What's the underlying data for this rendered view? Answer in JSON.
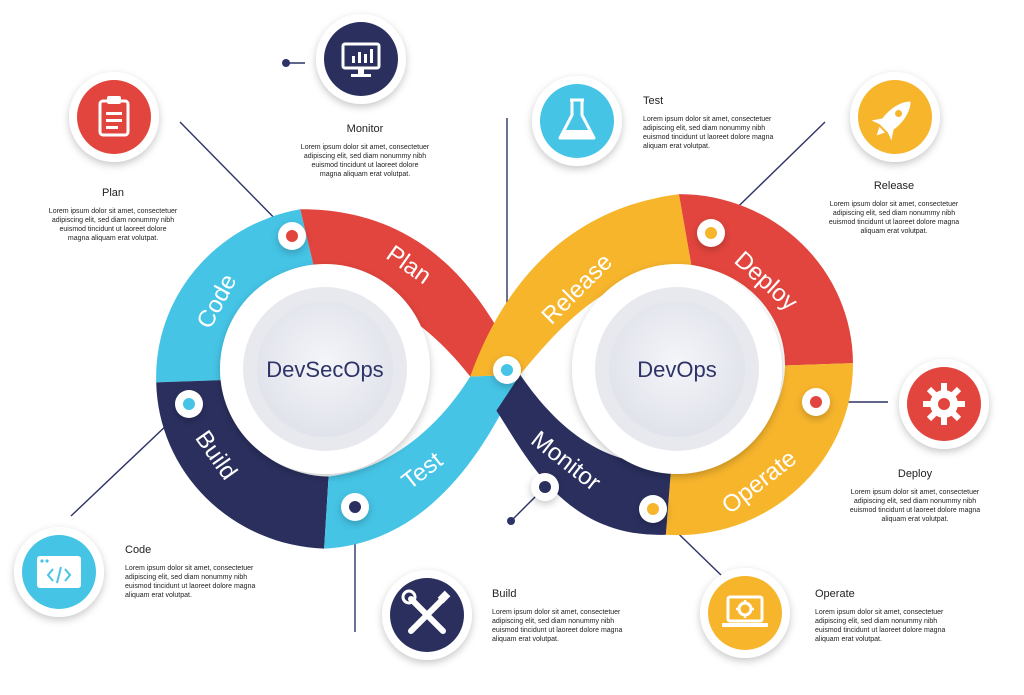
{
  "hubs": {
    "left": "DevSecOps",
    "right": "DevOps"
  },
  "segments": {
    "code": "Code",
    "plan": "Plan",
    "build": "Build",
    "test": "Test",
    "release": "Release",
    "deploy": "Deploy",
    "monitor": "Monitor",
    "operate": "Operate"
  },
  "lorem": "Lorem ipsum dolor sit amet, consectetuer adipiscing elit, sed diam nonummy nibh euismod tincidunt ut laoreet dolore magna aliquam erat volutpat.",
  "blocks": {
    "monitor": {
      "title": "Monitor",
      "icon": "monitor-chart-icon"
    },
    "plan": {
      "title": "Plan",
      "icon": "clipboard-icon"
    },
    "test": {
      "title": "Test",
      "icon": "flask-icon"
    },
    "release": {
      "title": "Release",
      "icon": "rocket-icon"
    },
    "deploy": {
      "title": "Deploy",
      "icon": "gear-icon"
    },
    "code": {
      "title": "Code",
      "icon": "code-window-icon"
    },
    "build": {
      "title": "Build",
      "icon": "tools-icon"
    },
    "operate": {
      "title": "Operate",
      "icon": "laptop-gear-icon"
    }
  },
  "colors": {
    "cyan": "#45c4e6",
    "red": "#e2453d",
    "navy": "#2a2f5e",
    "yellow": "#f7b52c",
    "hub_text": "#2d3367"
  }
}
